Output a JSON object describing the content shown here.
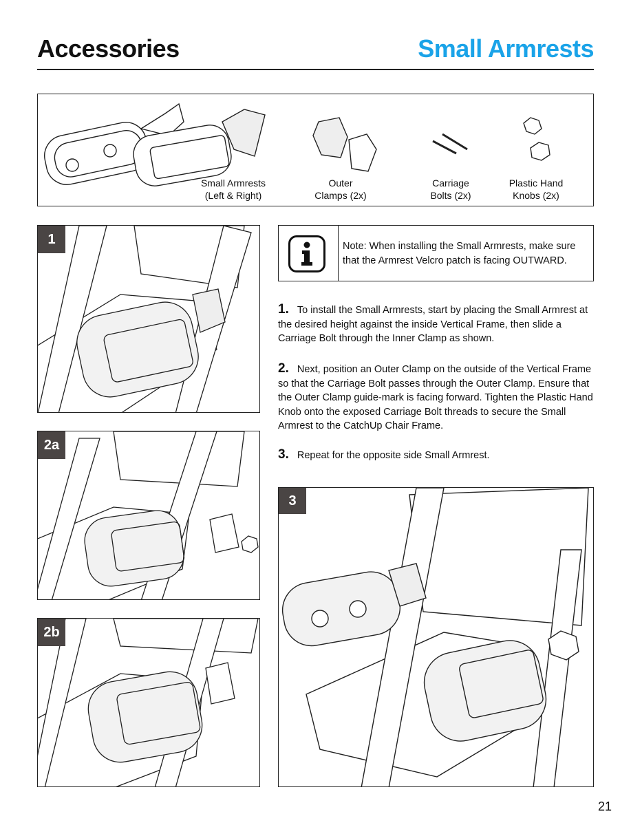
{
  "header": {
    "section": "Accessories",
    "title": "Small Armrests",
    "title_color": "#1aa3e8"
  },
  "parts": [
    {
      "name": "Small Armrests",
      "detail": "(Left & Right)"
    },
    {
      "name": "Outer",
      "detail": "Clamps (2x)"
    },
    {
      "name": "Carriage",
      "detail": "Bolts (2x)"
    },
    {
      "name": "Plastic Hand",
      "detail": "Knobs (2x)"
    }
  ],
  "figures": {
    "step1": "1",
    "step2a": "2a",
    "step2b": "2b",
    "step3": "3"
  },
  "note": {
    "icon": "info-icon",
    "line1": "Note: When installing the Small Armrests, make sure",
    "line2": "that the Armrest Velcro patch is facing OUTWARD."
  },
  "instructions": [
    {
      "num": "1.",
      "text": "To install the Small Armrests, start by placing the Small Armrest at the desired height against the inside Vertical Frame, then slide a Carriage Bolt through the Inner Clamp as shown."
    },
    {
      "num": "2.",
      "text": "Next, position an Outer Clamp on the outside of the Vertical Frame so that the Carriage Bolt passes through the Outer Clamp. Ensure that the Outer Clamp guide-mark is facing forward. Tighten the Plastic Hand Knob onto the exposed Carriage Bolt threads to secure the Small Armrest to the CatchUp Chair Frame."
    },
    {
      "num": "3.",
      "text": "Repeat for the opposite side Small Armrest."
    }
  ],
  "page_number": "21"
}
